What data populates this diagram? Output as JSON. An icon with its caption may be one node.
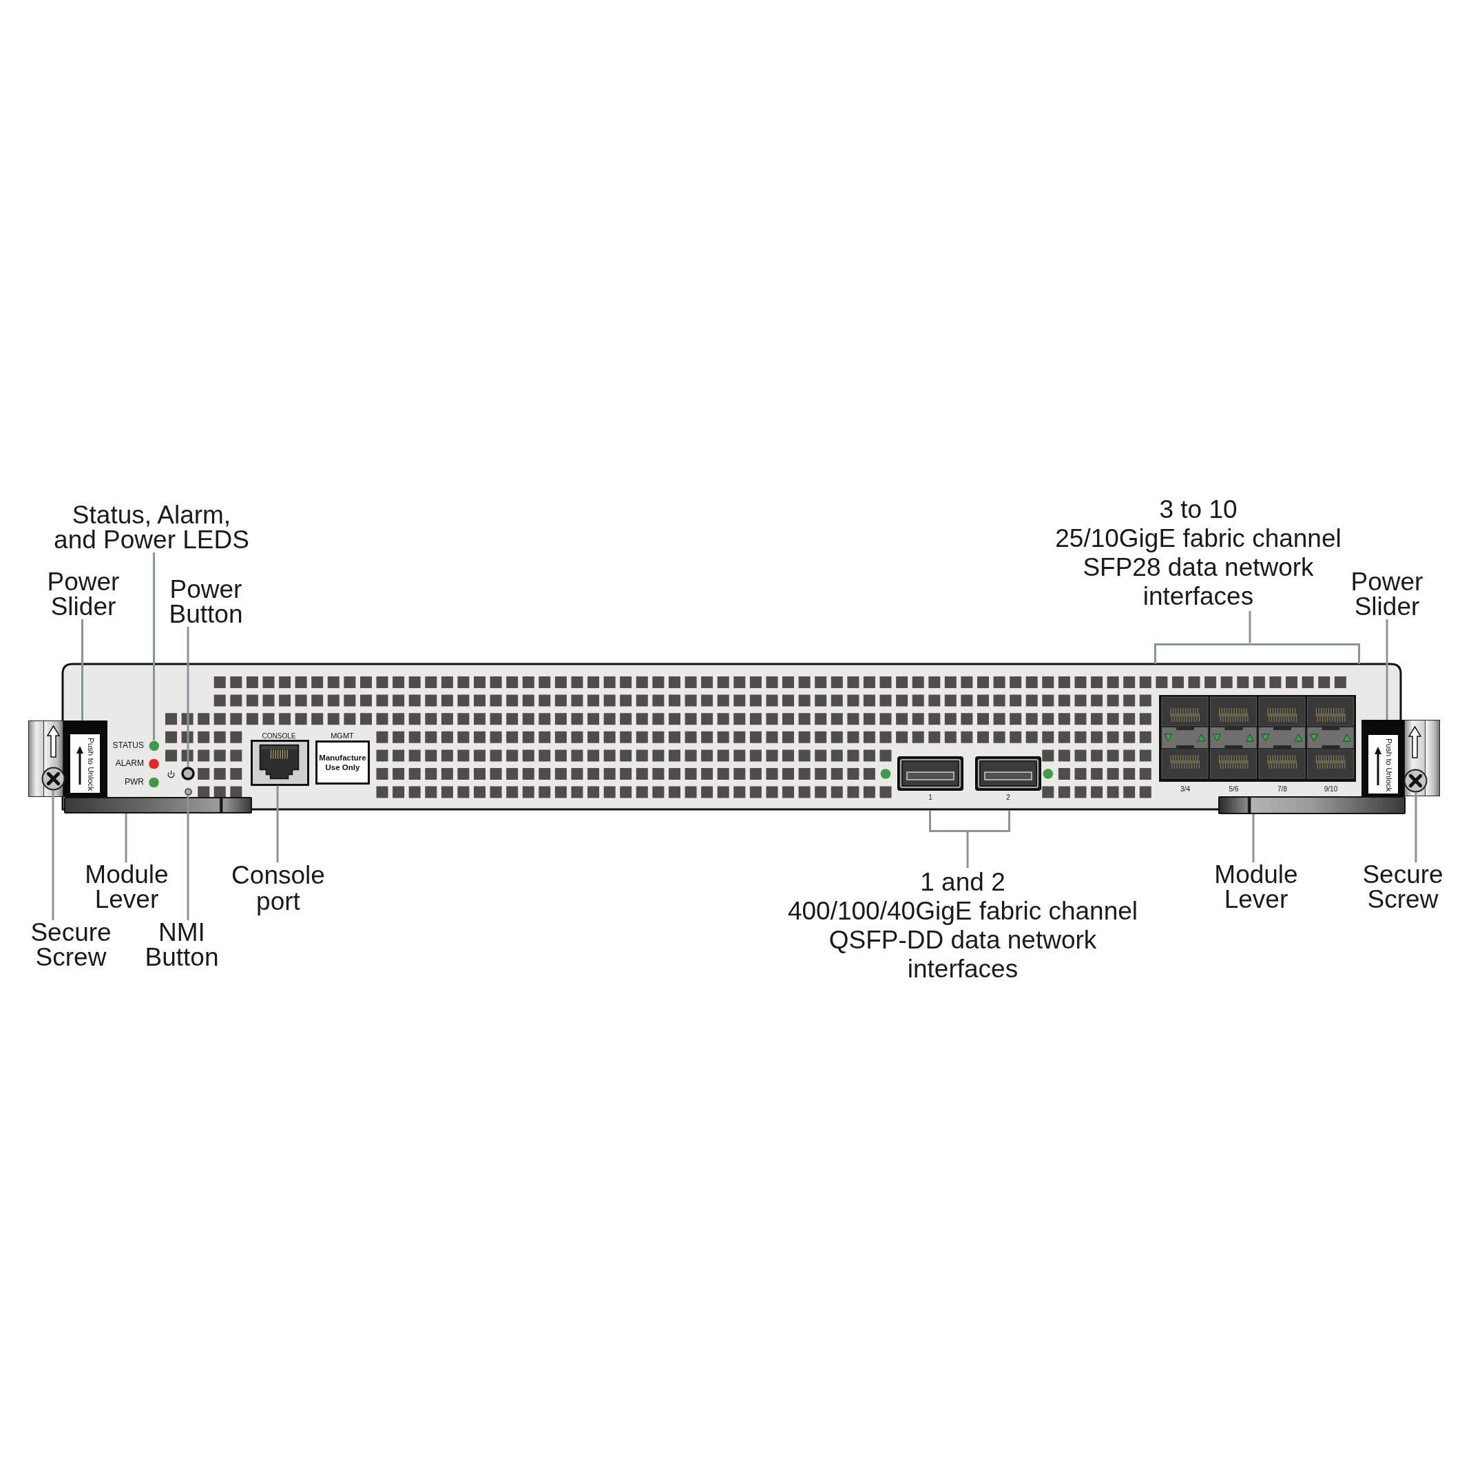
{
  "diagram": {
    "nodes": [
      {
        "text": [
          "Status, Alarm, and Power LEDS"
        ]
      },
      {
        "text": [
          "3 to 10",
          "25/10GigE fabric channel SFP28 data network interfaces"
        ]
      },
      {
        "text": [
          "Power Slider"
        ]
      },
      {
        "text": [
          "Power Button"
        ]
      },
      {
        "text": [
          "Power Slider"
        ]
      },
      {
        "text": [
          "Push to Unlock"
        ]
      },
      {
        "text": [],
        "shape": "circle"
      },
      {
        "text": [],
        "shape": "circle"
      },
      {
        "text": [],
        "shape": "box",
        "beside": [
          "CONSOLE"
        ]
      },
      {
        "text": [
          "Manufacture Use Only"
        ],
        "beside": [
          "MGMT"
        ]
      },
      {
        "text": [
          "Push to Unlock"
        ]
      },
      {
        "text": [],
        "shape": "circle"
      },
      {
        "text": [],
        "shape": "circle"
      },
      {
        "text": [],
        "shape": "circle"
      },
      {
        "text": [],
        "shape": "bar"
      },
      {
        "text": [],
        "shape": "bar"
      },
      {
        "text": [
          "Module Lever"
        ]
      },
      {
        "text": [
          "Console port"
        ]
      },
      {
        "text": [
          "1 and 2",
          "400/100/40GigE fabric channel QSFP-DD data network interfaces"
        ]
      },
      {
        "text": [
          "Module Lever"
        ]
      },
      {
        "text": [
          "Secure Screw"
        ]
      },
      {
        "text": [
          "Secure Screw"
        ]
      },
      {
        "text": [
          "NMI Button"
        ]
      },
      {
        "text": [],
        "shape": "bracket"
      },
      {
        "text": [],
        "shape": "bracket"
      }
    ],
    "edges": [
      {
        "from": 0,
        "to": 6,
        "arrow": "none"
      },
      {
        "from": 1,
        "to": 23,
        "arrow": "none"
      },
      {
        "from": 2,
        "to": 5,
        "arrow": "none"
      },
      {
        "from": 3,
        "to": 7,
        "arrow": "none"
      },
      {
        "from": 4,
        "to": 10,
        "arrow": "none"
      },
      {
        "from": 16,
        "to": 14,
        "arrow": "none"
      },
      {
        "from": 17,
        "to": 8,
        "arrow": "none"
      },
      {
        "from": 18,
        "to": 24,
        "arrow": "none"
      },
      {
        "from": 19,
        "to": 15,
        "arrow": "none"
      },
      {
        "from": 20,
        "to": 13,
        "arrow": "none"
      },
      {
        "from": 21,
        "to": 11,
        "arrow": "none"
      },
      {
        "from": 22,
        "to": 12,
        "arrow": "none"
      }
    ],
    "labels": [
      "STATUS",
      "ALARM",
      "PWR",
      "3/4",
      "5/6",
      "7/8",
      "9/10",
      "1",
      "2"
    ]
  }
}
